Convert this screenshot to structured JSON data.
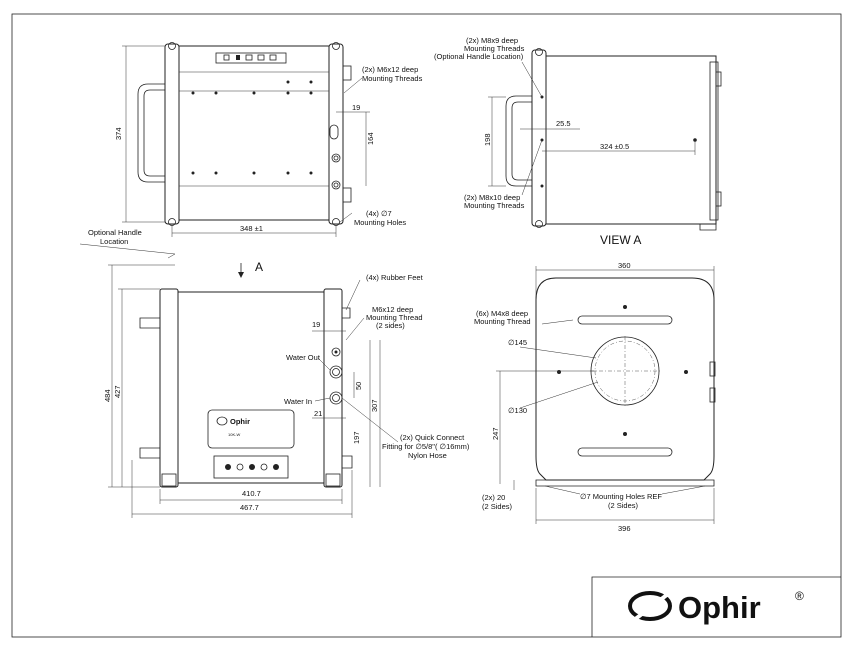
{
  "top_view": {
    "dim_height": "374",
    "dim_width": "348 ±1",
    "dim_19": "19",
    "dim_164": "164",
    "callout_threads_1": "(2x) M6x12 deep",
    "callout_threads_2": "Mounting Threads",
    "callout_holes_1": "(4x) ∅7",
    "callout_holes_2": "Mounting Holes",
    "handle_label_1": "Optional Handle",
    "handle_label_2": "Location"
  },
  "view_a": {
    "title": "VIEW A",
    "callout_top_1": "(2x) M8x9 deep",
    "callout_top_2": "Mounting Threads",
    "callout_top_3": "(Optional Handle Location)",
    "callout_bot_1": "(2x) M8x10 deep",
    "callout_bot_2": "Mounting Threads",
    "dim_198": "198",
    "dim_25_5": "25.5",
    "dim_324": "324 ±0.5"
  },
  "front_view": {
    "arrow_label": "A",
    "rubber_feet": "(4x) Rubber Feet",
    "thread_1": "M6x12 deep",
    "thread_2": "Mounting Thread",
    "thread_3": "(2 sides)",
    "water_out": "Water Out",
    "water_in": "Water In",
    "dim_19": "19",
    "dim_21": "21",
    "dim_50": "50",
    "dim_307": "307",
    "dim_197": "197",
    "dim_484": "484",
    "dim_427": "427",
    "dim_410": "410.7",
    "dim_467": "467.7",
    "qc_1": "(2x) Quick Connect",
    "qc_2": "Fitting for ∅5/8\"( ∅16mm)",
    "qc_3": "Nylon Hose",
    "brand_small": "Ophir",
    "model_small": "10K-W"
  },
  "side_view": {
    "dim_360": "360",
    "thread_1": "(6x) M4x8 deep",
    "thread_2": "Mounting Thread",
    "dim_145": "∅145",
    "dim_130": "∅130",
    "dim_247": "247",
    "dim_20_1": "(2x) 20",
    "dim_20_2": "(2 Sides)",
    "holes_1": "∅7 Mounting Holes REF",
    "holes_2": "(2 Sides)",
    "dim_396": "396"
  },
  "brand": {
    "name": "Ophir",
    "mark": "®"
  }
}
